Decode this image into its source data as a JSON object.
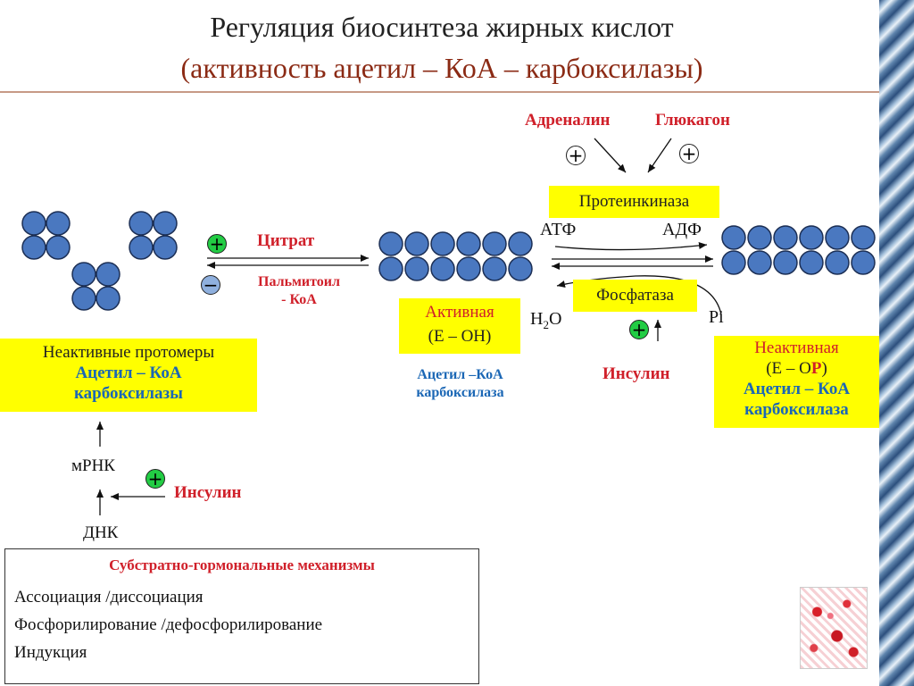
{
  "title": {
    "line1": "Регуляция биосинтеза жирных кислот",
    "line2": "(активность ацетил – КоА – карбоксилазы)"
  },
  "hormones": {
    "adrenaline": "Адреналин",
    "glucagon": "Глюкагон"
  },
  "kinase": "Протеинкиназа",
  "phosphatase": "Фосфатаза",
  "atp": "АТФ",
  "adp": "АДФ",
  "water": {
    "h": "H",
    "sub": "2",
    "o": "O"
  },
  "pi": "Pi",
  "citrate": "Цитрат",
  "palmitoyl": {
    "line1": "Пальмитоил",
    "line2": "- КоА"
  },
  "active": {
    "line1": "Активная",
    "line2": "(Е – ОН)"
  },
  "active_enzyme": {
    "line1": "Ацетил –КоА",
    "line2": "карбоксилаза"
  },
  "insulin_mid": "Инсулин",
  "inactive_right": {
    "line1": "Неактивная",
    "prefix": "(Е – О",
    "p": "P",
    "suffix": ")",
    "line3": "Ацетил – КоА",
    "line4": "карбоксилаза"
  },
  "protomers": {
    "line1": "Неактивные протомеры",
    "line2": "Ацетил – КоА",
    "line3": "карбоксилазы"
  },
  "mrna": "мРНК",
  "dna": "ДНК",
  "insulin_left": "Инсулин",
  "mechanisms": {
    "title": "Субстратно-гормональные механизмы",
    "items": [
      "Ассоциация  /диссоциация",
      "Фосфорилирование  /дефосфорилирование",
      "Индукция"
    ]
  },
  "colors": {
    "subunit": "#4a78c0",
    "highlight": "#ffff00",
    "accent_red": "#d0202a",
    "accent_blue": "#1b67b5",
    "title_red": "#8b2a14"
  },
  "signs": {
    "plus": "+",
    "minus": "−"
  }
}
